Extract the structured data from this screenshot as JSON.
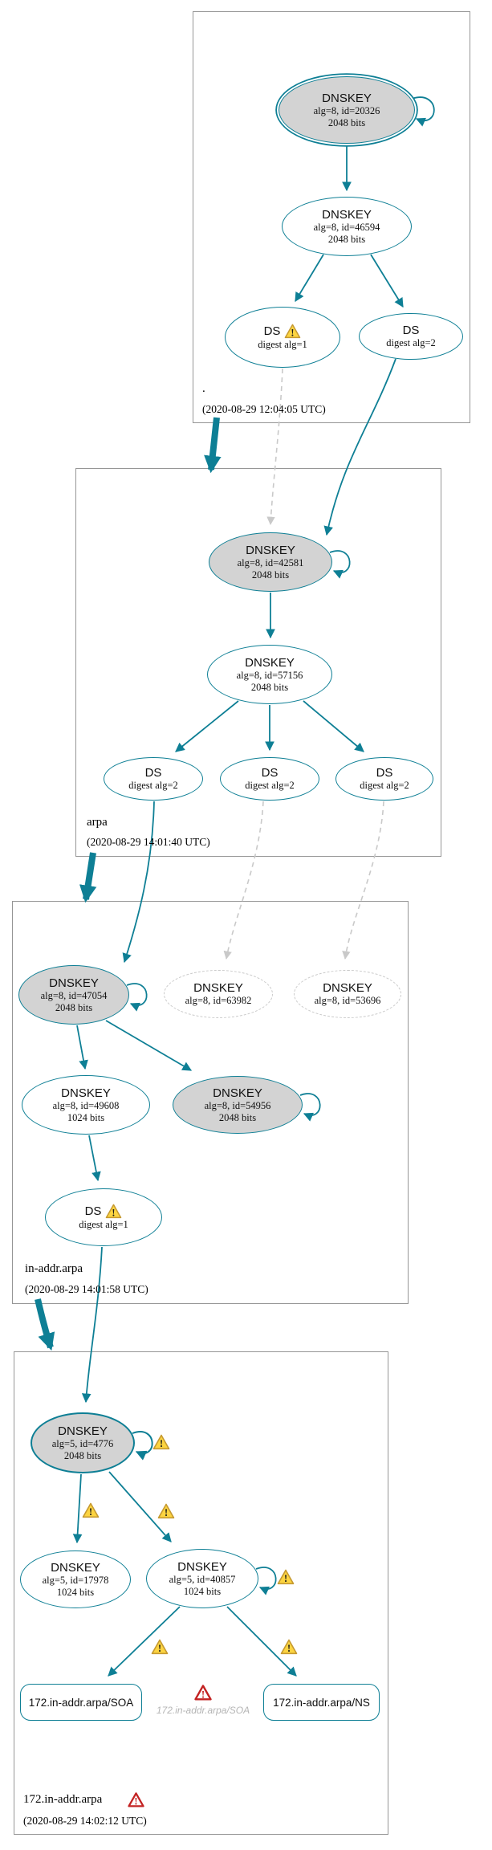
{
  "colors": {
    "secure_edge": "#0e7f95",
    "key_fill": "#d3d3d3",
    "insecure_dashed": "#c9c9c9",
    "warning_fill": "#fcd441",
    "warning_border": "#c69a31",
    "error_red": "#c32222",
    "panel_border": "#969696"
  },
  "icons": {
    "warning-icon": "yellow-triangle-exclamation",
    "error-icon": "red-triangle-exclamation",
    "self-loop": "curved-arrow-loop",
    "delegation-arrow": "thick-teal-arrow"
  },
  "zones": {
    "root": {
      "label": ".",
      "timestamp": "(2020-08-29 12:04:05 UTC)",
      "ksk": {
        "type": "DNSKEY",
        "alg": "alg=8, id=20326",
        "bits": "2048 bits"
      },
      "zsk": {
        "type": "DNSKEY",
        "alg": "alg=8, id=46594",
        "bits": "2048 bits"
      },
      "ds1": {
        "type": "DS",
        "digest": "digest alg=1"
      },
      "ds2": {
        "type": "DS",
        "digest": "digest alg=2"
      }
    },
    "arpa": {
      "label": "arpa",
      "timestamp": "(2020-08-29 14:01:40 UTC)",
      "ksk": {
        "type": "DNSKEY",
        "alg": "alg=8, id=42581",
        "bits": "2048 bits"
      },
      "zsk": {
        "type": "DNSKEY",
        "alg": "alg=8, id=57156",
        "bits": "2048 bits"
      },
      "ds1": {
        "type": "DS",
        "digest": "digest alg=2"
      },
      "ds2": {
        "type": "DS",
        "digest": "digest alg=2"
      },
      "ds3": {
        "type": "DS",
        "digest": "digest alg=2"
      }
    },
    "inaddr": {
      "label": "in-addr.arpa",
      "timestamp": "(2020-08-29 14:01:58 UTC)",
      "ksk": {
        "type": "DNSKEY",
        "alg": "alg=8, id=47054",
        "bits": "2048 bits"
      },
      "ghost1": {
        "type": "DNSKEY",
        "alg": "alg=8, id=63982"
      },
      "ghost2": {
        "type": "DNSKEY",
        "alg": "alg=8, id=53696"
      },
      "key49608": {
        "type": "DNSKEY",
        "alg": "alg=8, id=49608",
        "bits": "1024 bits"
      },
      "key54956": {
        "type": "DNSKEY",
        "alg": "alg=8, id=54956",
        "bits": "2048 bits"
      },
      "ds": {
        "type": "DS",
        "digest": "digest alg=1"
      }
    },
    "net172": {
      "label": "172.in-addr.arpa",
      "timestamp": "(2020-08-29 14:02:12 UTC)",
      "ksk": {
        "type": "DNSKEY",
        "alg": "alg=5, id=4776",
        "bits": "2048 bits"
      },
      "key17978": {
        "type": "DNSKEY",
        "alg": "alg=5, id=17978",
        "bits": "1024 bits"
      },
      "key40857": {
        "type": "DNSKEY",
        "alg": "alg=5, id=40857",
        "bits": "1024 bits"
      },
      "soa_rrset": "172.in-addr.arpa/SOA",
      "ns_rrset": "172.in-addr.arpa/NS",
      "missing_soa": "172.in-addr.arpa/SOA"
    }
  }
}
